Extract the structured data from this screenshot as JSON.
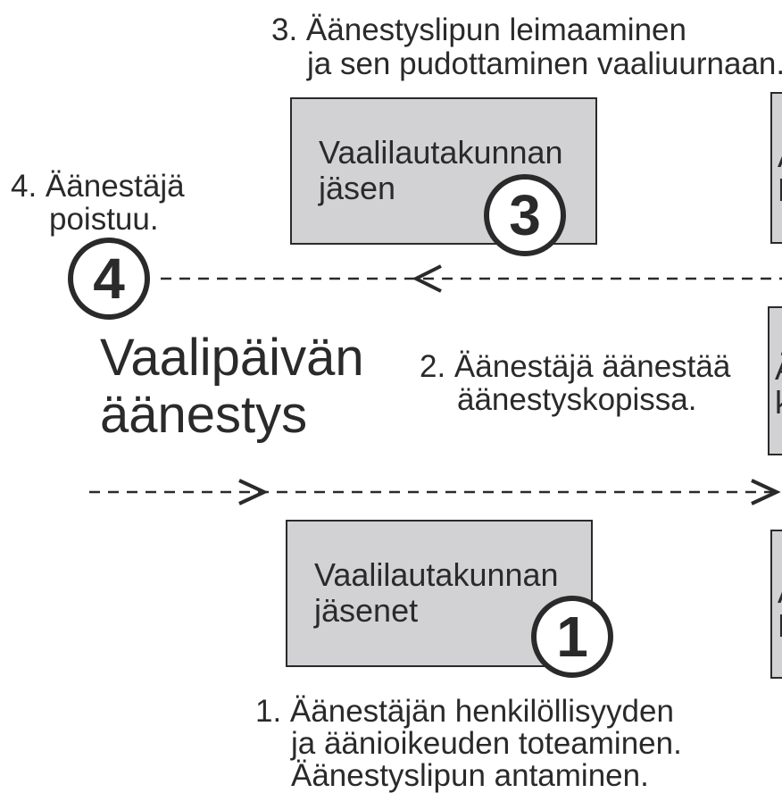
{
  "title": {
    "line1": "Vaalipäivän",
    "line2": "äänestys"
  },
  "steps": {
    "s1": {
      "number": "1",
      "line1": "1. Äänestäjän henkilöllisyyden",
      "line2": "ja äänioikeuden toteaminen.",
      "line3": "Äänestyslipun antaminen."
    },
    "s2": {
      "line1": "2. Äänestäjä äänestää",
      "line2": "äänestyskopissa."
    },
    "s3": {
      "number": "3",
      "line1": "3. Äänestyslipun leimaaminen",
      "line2": "ja sen pudottaminen vaaliuurnaan."
    },
    "s4": {
      "number": "4",
      "line1": "4. Äänestäjä",
      "line2": "poistuu."
    }
  },
  "boxes": {
    "top": {
      "line1": "Vaalilautakunnan",
      "line2": "jäsen"
    },
    "bottom": {
      "line1": "Vaalilautakunnan",
      "line2": "jäsenet"
    },
    "right_top": {
      "line1": "A",
      "line2": "H"
    },
    "right_middle": {
      "line1": "Ä",
      "line2": "k"
    },
    "right_bottom": {
      "line1": "A",
      "line2": "H"
    }
  },
  "colors": {
    "box_fill": "#d2d2d4",
    "ink": "#2a2a2a"
  }
}
